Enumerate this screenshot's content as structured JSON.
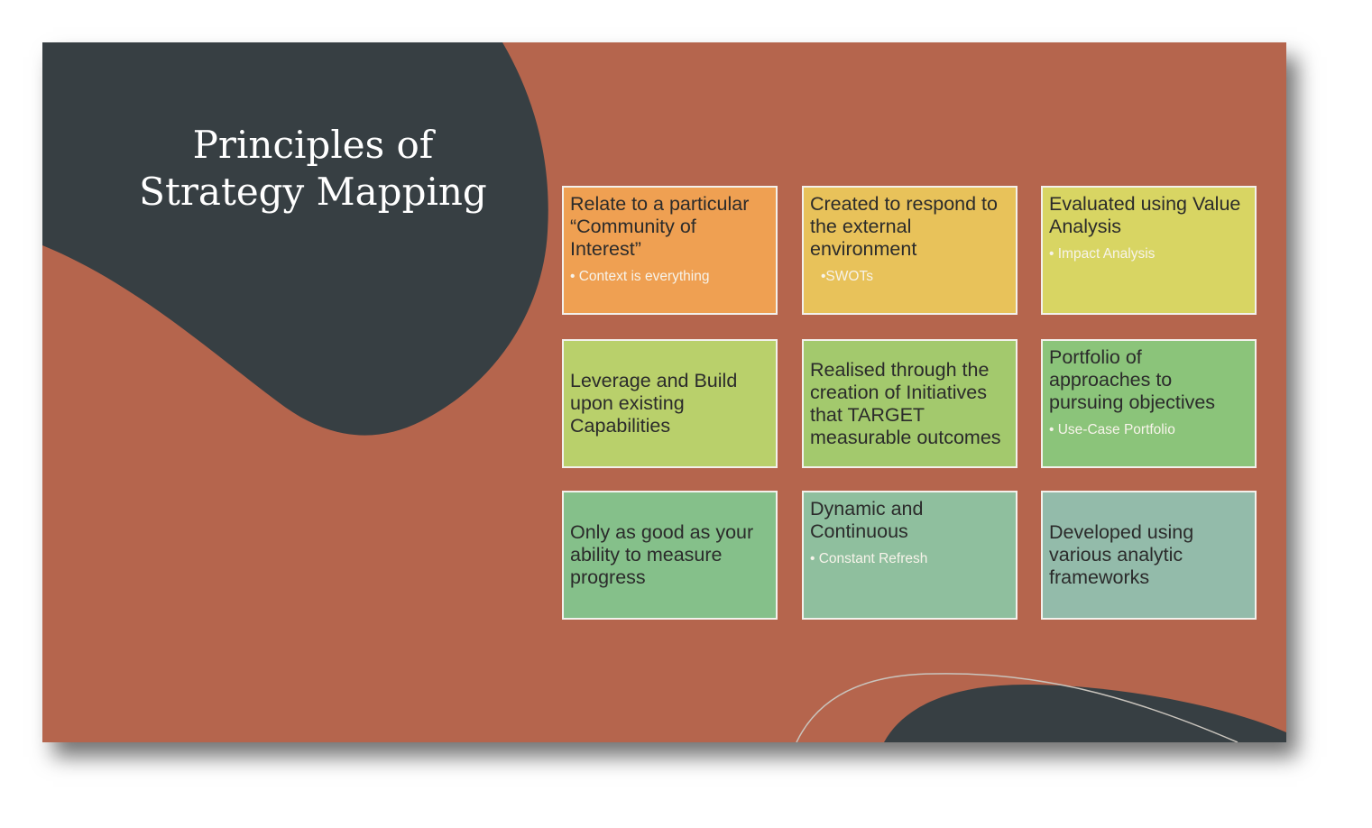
{
  "slide": {
    "title_line1": "Principles of",
    "title_line2": "Strategy Mapping",
    "colors": {
      "background": "#b5654d",
      "dark_blob": "#373f43",
      "card_border": "#f3f1ec"
    }
  },
  "cards": [
    {
      "heading": "Relate to a particular “Community of Interest”",
      "bullet": "• Context is everything",
      "color": "#efa052"
    },
    {
      "heading": "Created to respond to the external environment",
      "bullet": "•SWOTs",
      "color": "#e8c25a"
    },
    {
      "heading": "Evaluated using Value Analysis",
      "bullet": "• Impact Analysis",
      "color": "#d8d563"
    },
    {
      "heading": "Leverage and Build upon existing Capabilities",
      "bullet": "",
      "color": "#b9d06b"
    },
    {
      "heading": "Realised through the creation of Initiatives that TARGET measurable outcomes",
      "bullet": "",
      "color": "#a3c96d"
    },
    {
      "heading": "Portfolio of approaches to pursuing objectives",
      "bullet": "• Use-Case Portfolio",
      "color": "#8bc47a"
    },
    {
      "heading": "Only as good as your ability to measure progress",
      "bullet": "",
      "color": "#85c08a"
    },
    {
      "heading": "Dynamic and Continuous",
      "bullet": "• Constant Refresh",
      "color": "#8fbf9e"
    },
    {
      "heading": "Developed using various analytic frameworks",
      "bullet": "",
      "color": "#93bbaa"
    }
  ]
}
